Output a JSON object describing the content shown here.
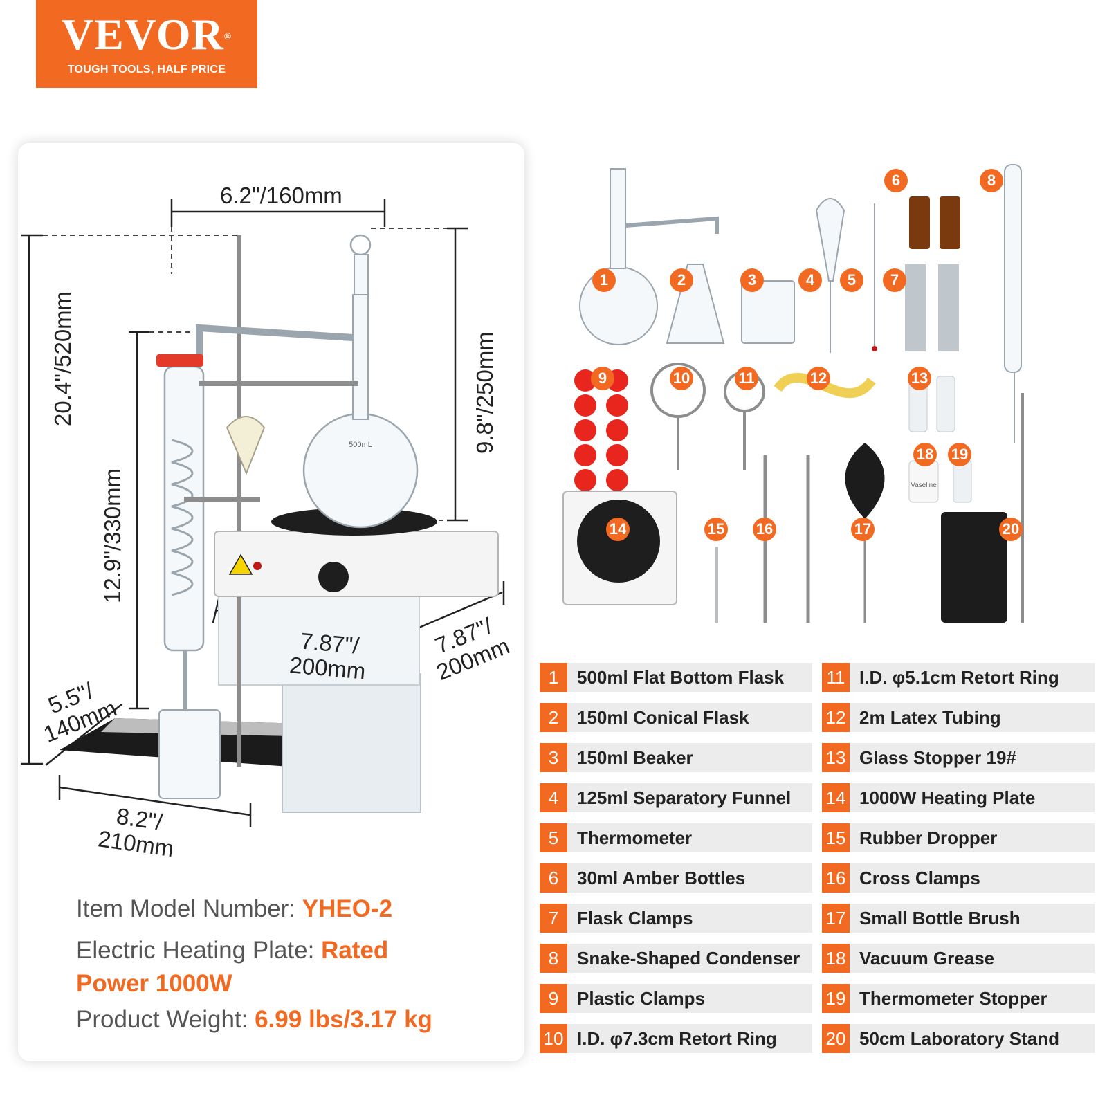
{
  "brand": {
    "name": "VEVOR",
    "registered": "®",
    "tagline": "TOUGH TOOLS, HALF PRICE",
    "color": "#f26a21"
  },
  "dimensions": {
    "top_width": "6.2\"/160mm",
    "total_height": "20.4\"/520mm",
    "condenser_height": "12.9\"/330mm",
    "flask_height": "9.8\"/250mm",
    "box_width_line1": "7.87\"/",
    "box_width_line2": "200mm",
    "box_depth_line1": "7.87\"/",
    "box_depth_line2": "200mm",
    "base_depth_line1": "5.5\"/",
    "base_depth_line2": "140mm",
    "base_width_line1": "8.2\"/",
    "base_width_line2": "210mm"
  },
  "specs": {
    "model_label": "Item Model Number: ",
    "model_value": "YHEO-2",
    "plate_label": "Electric Heating Plate: ",
    "plate_value_1": "Rated",
    "plate_value_2": "Power 1000W",
    "weight_label": "Product Weight: ",
    "weight_value": "6.99 lbs/3.17 kg"
  },
  "flask_marking": "500mL",
  "grease_marking": "Vaseline",
  "parts": [
    {
      "num": "1",
      "label": "500ml Flat Bottom Flask"
    },
    {
      "num": "2",
      "label": "150ml Conical Flask"
    },
    {
      "num": "3",
      "label": "150ml Beaker"
    },
    {
      "num": "4",
      "label": "125ml Separatory Funnel"
    },
    {
      "num": "5",
      "label": "Thermometer"
    },
    {
      "num": "6",
      "label": "30ml Amber Bottles"
    },
    {
      "num": "7",
      "label": "Flask Clamps"
    },
    {
      "num": "8",
      "label": "Snake-Shaped Condenser"
    },
    {
      "num": "9",
      "label": "Plastic Clamps"
    },
    {
      "num": "10",
      "label": "I.D. φ7.3cm Retort Ring"
    },
    {
      "num": "11",
      "label": "I.D. φ5.1cm Retort Ring"
    },
    {
      "num": "12",
      "label": "2m Latex Tubing"
    },
    {
      "num": "13",
      "label": "Glass Stopper 19#"
    },
    {
      "num": "14",
      "label": "1000W Heating Plate"
    },
    {
      "num": "15",
      "label": "Rubber Dropper"
    },
    {
      "num": "16",
      "label": "Cross Clamps"
    },
    {
      "num": "17",
      "label": "Small Bottle Brush"
    },
    {
      "num": "18",
      "label": "Vacuum Grease"
    },
    {
      "num": "19",
      "label": "Thermometer Stopper"
    },
    {
      "num": "20",
      "label": "50cm Laboratory Stand"
    }
  ]
}
